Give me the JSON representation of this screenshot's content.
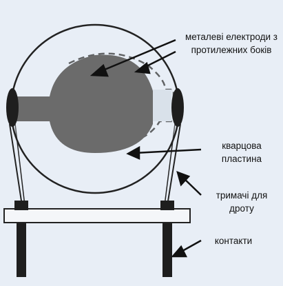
{
  "labels": {
    "electrodes": [
      "металеві електроди з",
      "протилежних боків"
    ],
    "quartz": [
      "кварцова",
      "пластина"
    ],
    "holders": [
      "тримачі для",
      "дроту"
    ],
    "contacts": [
      "контакти"
    ]
  },
  "colors": {
    "background": "#e8eef6",
    "electrode": "#6b6b6b",
    "outline": "#222222",
    "holder": "#1e1e1e",
    "base": "#f4f6f9",
    "rear_electrode": "#d5dce6"
  }
}
